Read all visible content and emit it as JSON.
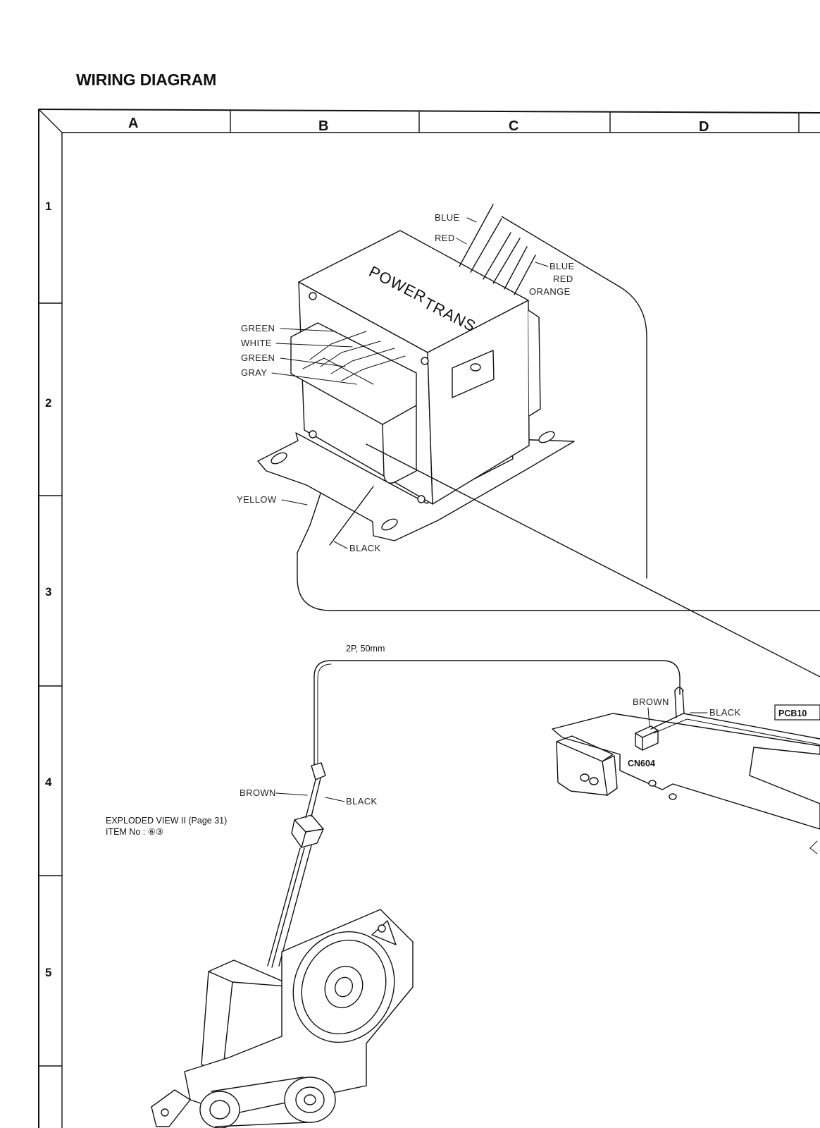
{
  "title": "WIRING DIAGRAM",
  "grid": {
    "columns": [
      "A",
      "B",
      "C",
      "D"
    ],
    "rows": [
      "1",
      "2",
      "3",
      "4",
      "5"
    ]
  },
  "power_transformer": {
    "body_text": [
      "POWER",
      "TRANS"
    ],
    "top_wires": [
      "BLUE",
      "RED",
      "BLUE",
      "RED",
      "ORANGE"
    ],
    "left_wires": [
      "GREEN",
      "WHITE",
      "GREEN",
      "GRAY"
    ],
    "bottom_wires": [
      "YELLOW",
      "BLACK"
    ]
  },
  "harness": {
    "label": "2P, 50mm",
    "motor_end_wires": [
      "BROWN",
      "BLACK"
    ],
    "pcb_end_wires": [
      "BROWN",
      "BLACK"
    ],
    "connector": "CN604",
    "pcb_label": "PCB10"
  },
  "motor_note": {
    "line1": "EXPLODED VIEW II (Page 31)",
    "line2": "ITEM No : ⑥③"
  }
}
